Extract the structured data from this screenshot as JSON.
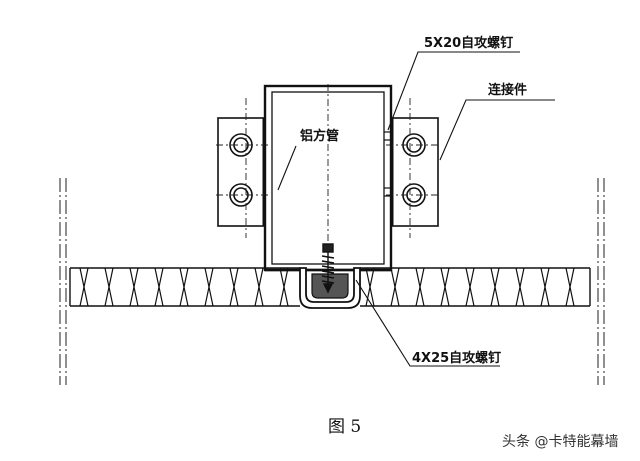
{
  "labels": {
    "screw_top": "5X20自攻螺钉",
    "connector": "连接件",
    "tube": "铝方管",
    "screw_bottom": "4X25自攻螺钉"
  },
  "caption": "图 5",
  "watermark": "头条 @卡特能幕墙"
}
